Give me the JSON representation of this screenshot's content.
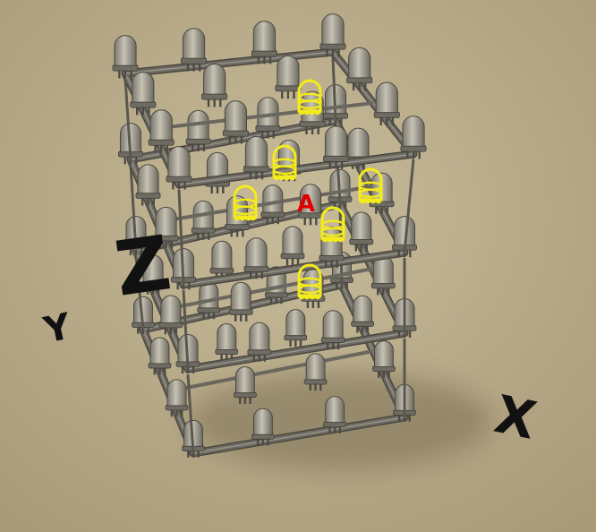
{
  "axis_labels": {
    "x": "X",
    "y": "Y",
    "z": "Z"
  },
  "marker_label": "A",
  "colors": {
    "background": "#b9ab8a",
    "frame": "#6d6a62",
    "led_body": "#a9a699",
    "highlight_led": "#f4ec1a",
    "marker": "#e00000",
    "axis": "#111111"
  }
}
